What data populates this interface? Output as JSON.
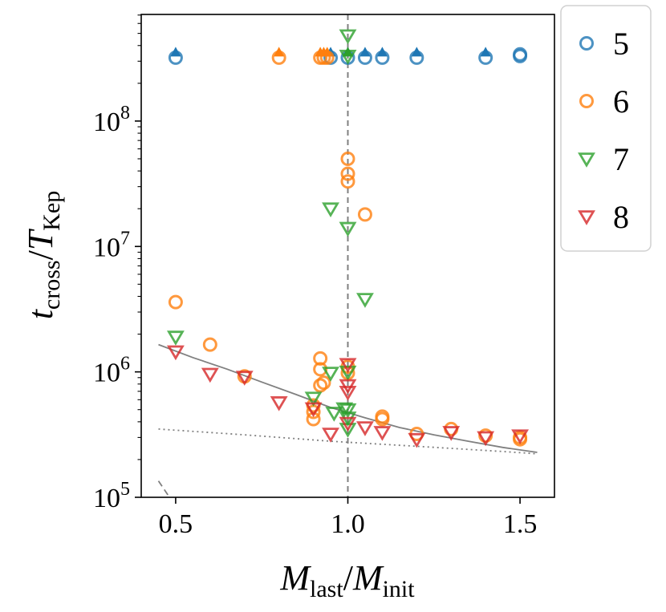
{
  "chart_data": {
    "type": "scatter",
    "xlabel": {
      "main": "M",
      "sub1": "last",
      "slash": "/",
      "main2": "M",
      "sub2": "init"
    },
    "ylabel": {
      "main": "t",
      "sub1": "cross",
      "slash": "/",
      "main2": "T",
      "sub2": "Kep"
    },
    "xlim": [
      0.4,
      1.6
    ],
    "ylim_log10": [
      5,
      8.85
    ],
    "y_scale": "log",
    "grid": false,
    "legend_position": "outside-top-right",
    "x_ticks": [
      {
        "value": 0.5,
        "label": "0.5"
      },
      {
        "value": 1.0,
        "label": "1.0"
      },
      {
        "value": 1.5,
        "label": "1.5"
      }
    ],
    "y_ticks": [
      {
        "exp": 5,
        "base": "10",
        "sup": "5"
      },
      {
        "exp": 6,
        "base": "10",
        "sup": "6"
      },
      {
        "exp": 7,
        "base": "10",
        "sup": "7"
      },
      {
        "exp": 8,
        "base": "10",
        "sup": "8"
      }
    ],
    "reference_line_x": 1.0,
    "series": [
      {
        "name": "5",
        "marker": "circle",
        "color": "#1f77b4",
        "points": [
          [
            0.5,
            320000000
          ],
          [
            0.95,
            320000000
          ],
          [
            1.0,
            320000000
          ],
          [
            1.05,
            320000000
          ],
          [
            1.1,
            320000000
          ],
          [
            1.2,
            320000000
          ],
          [
            1.4,
            320000000
          ],
          [
            1.5,
            340000000
          ],
          [
            1.5,
            330000000
          ]
        ],
        "lower_limits": [
          0.5,
          0.95,
          1.0,
          1.05,
          1.1,
          1.2,
          1.4
        ]
      },
      {
        "name": "6",
        "marker": "circle",
        "color": "#ff7f0e",
        "points": [
          [
            0.8,
            320000000
          ],
          [
            0.92,
            320000000
          ],
          [
            0.93,
            320000000
          ],
          [
            0.94,
            320000000
          ],
          [
            0.5,
            3600000
          ],
          [
            0.6,
            1650000
          ],
          [
            0.7,
            920000
          ],
          [
            0.9,
            420000
          ],
          [
            0.9,
            480000
          ],
          [
            0.9,
            540000
          ],
          [
            0.92,
            780000
          ],
          [
            0.92,
            1050000
          ],
          [
            0.92,
            1280000
          ],
          [
            0.93,
            820000
          ],
          [
            1.0,
            50000000
          ],
          [
            1.0,
            38000000
          ],
          [
            1.0,
            33000000
          ],
          [
            1.05,
            18000000
          ],
          [
            1.0,
            1100000
          ],
          [
            1.0,
            980000
          ],
          [
            1.1,
            420000
          ],
          [
            1.1,
            440000
          ],
          [
            1.2,
            320000
          ],
          [
            1.3,
            350000
          ],
          [
            1.4,
            310000
          ],
          [
            1.5,
            290000
          ],
          [
            1.5,
            300000
          ]
        ],
        "lower_limits": [
          0.8,
          0.92,
          0.93,
          0.94
        ]
      },
      {
        "name": "7",
        "marker": "triangle-down",
        "color": "#2ca02c",
        "points": [
          [
            1.0,
            480000000
          ],
          [
            1.0,
            330000000
          ],
          [
            0.5,
            1900000
          ],
          [
            0.95,
            20000000
          ],
          [
            1.0,
            14000000
          ],
          [
            1.05,
            3800000
          ],
          [
            0.9,
            620000
          ],
          [
            0.95,
            980000
          ],
          [
            1.0,
            1000000
          ],
          [
            0.96,
            470000
          ],
          [
            0.99,
            510000
          ],
          [
            1.0,
            500000
          ],
          [
            1.0,
            350000
          ],
          [
            1.0,
            430000
          ]
        ],
        "lower_limits": [
          1.0
        ]
      },
      {
        "name": "8",
        "marker": "triangle-down",
        "color": "#d62728",
        "points": [
          [
            0.5,
            1450000
          ],
          [
            0.6,
            960000
          ],
          [
            0.7,
            910000
          ],
          [
            0.8,
            570000
          ],
          [
            0.9,
            510000
          ],
          [
            0.95,
            320000
          ],
          [
            1.0,
            1150000
          ],
          [
            1.0,
            780000
          ],
          [
            1.0,
            690000
          ],
          [
            1.0,
            390000
          ],
          [
            1.05,
            360000
          ],
          [
            1.1,
            330000
          ],
          [
            1.2,
            290000
          ],
          [
            1.3,
            330000
          ],
          [
            1.4,
            300000
          ],
          [
            1.5,
            310000
          ]
        ],
        "lower_limits": []
      }
    ],
    "fit_curves": [
      {
        "style": "solid",
        "color": "#808080",
        "points": [
          [
            0.45,
            1650000
          ],
          [
            0.55,
            1300000
          ],
          [
            0.65,
            1050000
          ],
          [
            0.75,
            830000
          ],
          [
            0.85,
            660000
          ],
          [
            0.95,
            520000
          ],
          [
            1.05,
            430000
          ],
          [
            1.15,
            360000
          ],
          [
            1.25,
            315000
          ],
          [
            1.35,
            280000
          ],
          [
            1.45,
            250000
          ],
          [
            1.55,
            228000
          ]
        ]
      },
      {
        "style": "dotted",
        "color": "#808080",
        "points": [
          [
            0.45,
            350000
          ],
          [
            0.7,
            315000
          ],
          [
            0.95,
            280000
          ],
          [
            1.2,
            255000
          ],
          [
            1.45,
            232000
          ],
          [
            1.55,
            222000
          ]
        ]
      },
      {
        "style": "dashed",
        "color": "#808080",
        "points": [
          [
            0.45,
            135000
          ],
          [
            0.482,
            100000
          ]
        ]
      }
    ]
  }
}
